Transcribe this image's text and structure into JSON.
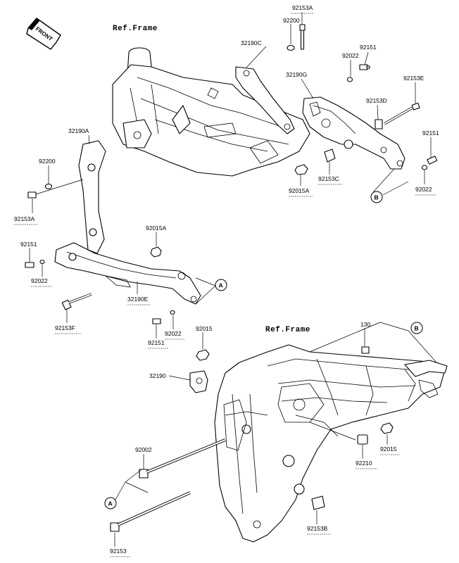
{
  "front_badge": "FRONT",
  "ref_labels": {
    "top": "Ref.Frame",
    "bottom": "Ref.Frame"
  },
  "callouts": {
    "A": "A",
    "B": "B"
  },
  "parts": {
    "p92153A_top": "92153A",
    "p92200_top": "92200",
    "p32190C": "32190C",
    "p92151_top": "92151",
    "p92022_top": "92022",
    "p32190G": "32190G",
    "p92153E": "92153E",
    "p92153D": "92153D",
    "p92151_right": "92151",
    "p32190A": "32190A",
    "p92200_left": "92200",
    "p92153A_left": "92153A",
    "p92015A_right": "92015A",
    "p92153C": "92153C",
    "p92022_right": "92022",
    "p92015A_mid": "92015A",
    "p92151_left": "92151",
    "p92022_left": "92022",
    "p32190E": "32190E",
    "p92153F": "92153F",
    "p92022_mid": "92022",
    "p92151_mid": "92151",
    "p92015": "92015",
    "p130": "130",
    "p32190": "32190",
    "p92002": "92002",
    "p92015_right": "92015",
    "p92210": "92210",
    "p92153": "92153",
    "p92153B": "92153B"
  }
}
